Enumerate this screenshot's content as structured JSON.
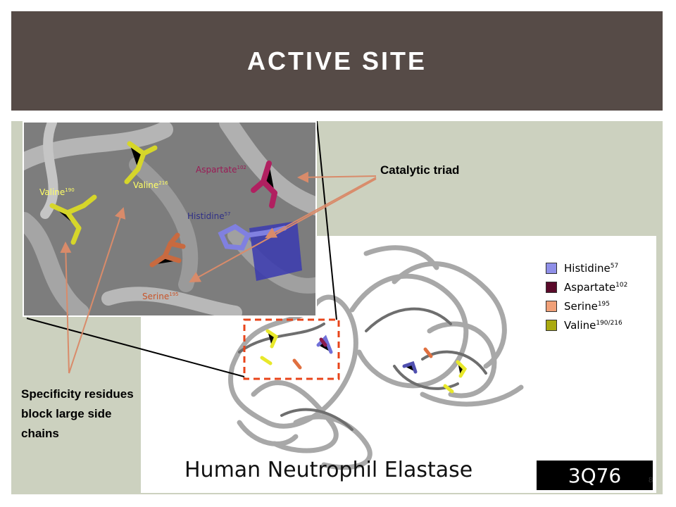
{
  "slide": {
    "title": "ACTIVE SITE",
    "page_number": "8"
  },
  "annotations": {
    "catalytic_triad": "Catalytic triad",
    "specificity": "Specificity residues block large side chains"
  },
  "inset_labels": {
    "valine190": {
      "name": "Valine",
      "sup": "190",
      "color": "#ffff66"
    },
    "valine216": {
      "name": "Valine",
      "sup": "216",
      "color": "#ffff66"
    },
    "aspartate": {
      "name": "Aspartate",
      "sup": "102",
      "color": "#8b1a4a"
    },
    "histidine": {
      "name": "Histidine",
      "sup": "57",
      "color": "#3a3a9a"
    },
    "serine": {
      "name": "Serine",
      "sup": "195",
      "color": "#c8552a"
    }
  },
  "legend": [
    {
      "name": "Histidine",
      "sup": "57",
      "color": "#8f8fe8"
    },
    {
      "name": "Aspartate",
      "sup": "102",
      "color": "#5a0a2a"
    },
    {
      "name": "Serine",
      "sup": "195",
      "color": "#f0a078"
    },
    {
      "name": "Valine",
      "sup": "190/216",
      "color": "#aaaa10"
    }
  ],
  "protein_title": "Human Neutrophil Elastase",
  "pdb_id": "3Q76",
  "colors": {
    "header_bg": "#564b47",
    "content_bg": "#ccd1bf",
    "arrow": "#d98b6a",
    "selection_box": "#e8441a"
  }
}
